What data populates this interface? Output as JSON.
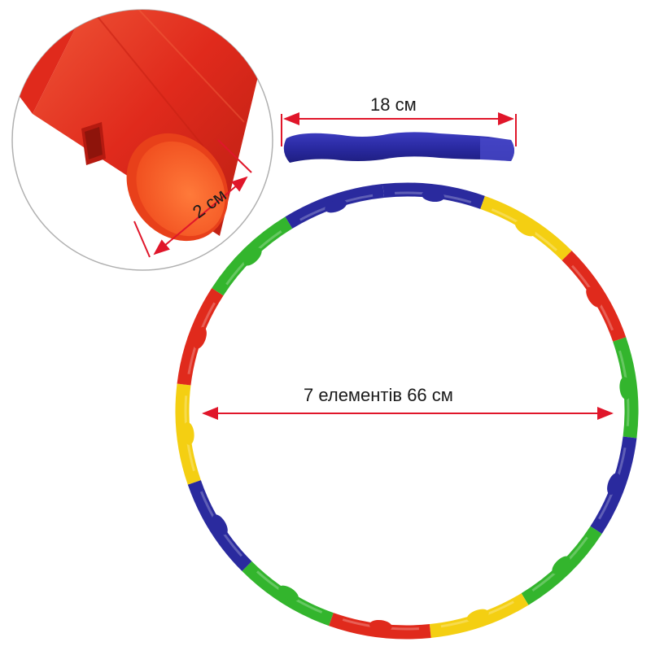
{
  "labels": {
    "segment_length": "18 см",
    "tube_diameter": "2 см",
    "hoop_caption": "7 елементів    66 см"
  },
  "colors": {
    "red": "#e02a1c",
    "orange_red": "#f4501d",
    "blue": "#2a2a9e",
    "green": "#33b52d",
    "yellow": "#f4cf12",
    "dimension_line": "#e0162a",
    "outline": "#b0b0b0"
  },
  "illustration": {
    "inset_subject": "red tube end with square hole",
    "segment_subject": "single blue hoop segment",
    "hoop_subject": "segmented hula hoop, 7 elements"
  }
}
